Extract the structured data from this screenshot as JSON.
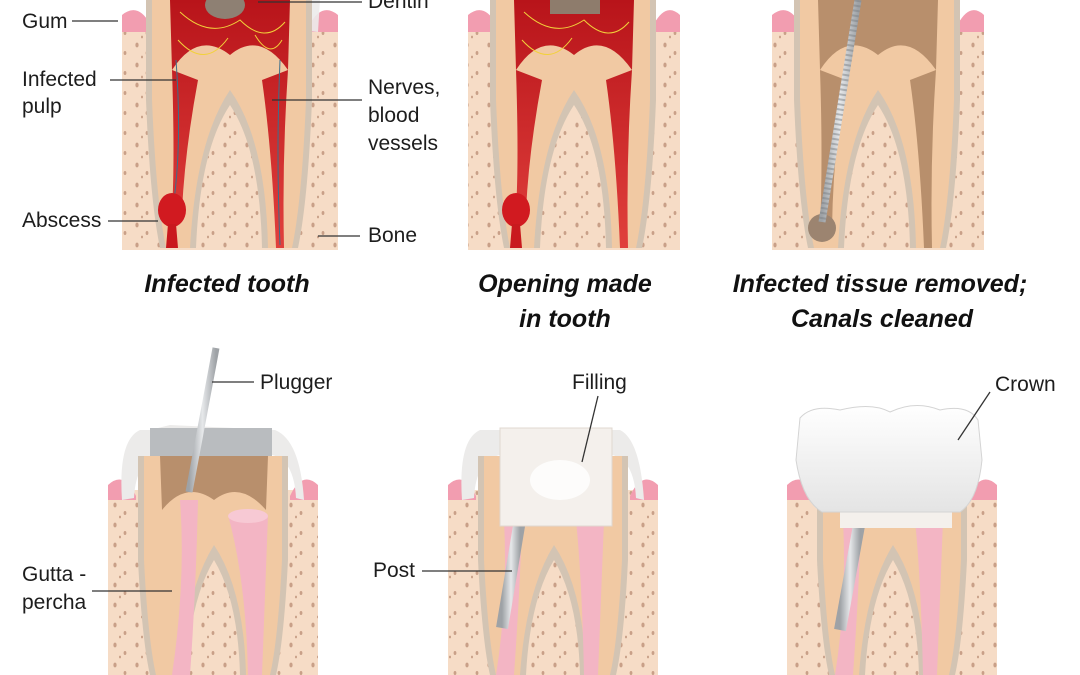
{
  "labels": {
    "dentin": "Dentin",
    "gum": "Gum",
    "infected_pulp_1": "Infected",
    "infected_pulp_2": "pulp",
    "nerves_1": "Nerves,",
    "nerves_2": "blood",
    "nerves_3": "vessels",
    "abscess": "Abscess",
    "bone": "Bone",
    "plugger": "Plugger",
    "gutta_1": "Gutta -",
    "gutta_2": "percha",
    "filling": "Filling",
    "post": "Post",
    "crown": "Crown"
  },
  "captions": {
    "step1": "Infected tooth",
    "step2_line1": "Opening made",
    "step2_line2": "in tooth",
    "step3_line1": "Infected tissue removed;",
    "step3_line2": "Canals cleaned"
  },
  "colors": {
    "bone": "#f6dcc6",
    "gum": "#f29db0",
    "enamel": "#ecebea",
    "dentin": "#f1c9a3",
    "pulp_infected": "#c9191e",
    "canal_cleaned": "#b88f6c",
    "gutta_percha": "#f3b5c4",
    "metal": "#b9bcbf",
    "crown": "#f8f8f8"
  }
}
